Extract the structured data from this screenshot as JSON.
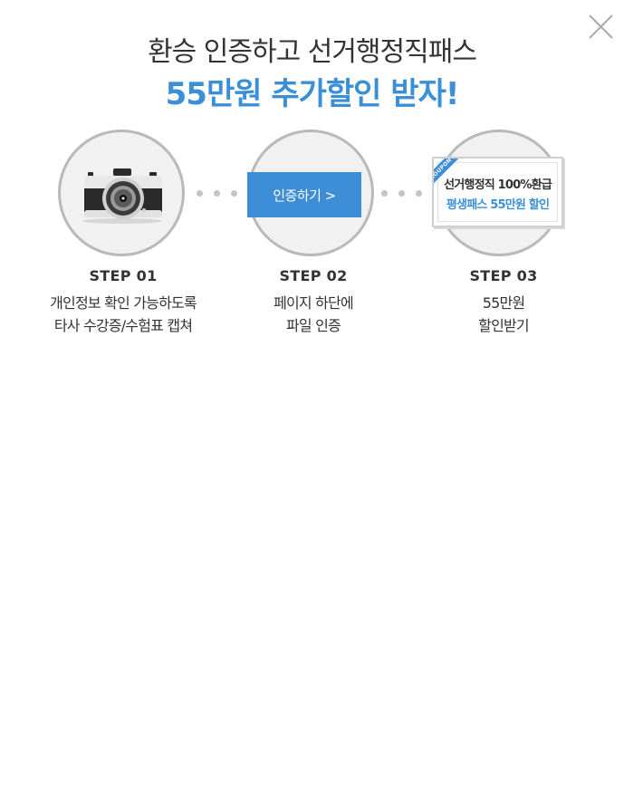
{
  "title": {
    "line1": "환승 인증하고 선거행정직패스",
    "line2": "55만원 추가할인 받자!"
  },
  "close_icon": "close-icon",
  "camera_icon": "camera-icon",
  "steps": [
    {
      "label": "STEP 01",
      "desc_line1": "개인정보 확인 가능하도록",
      "desc_line2": "타사 수강증/수험표 캡쳐"
    },
    {
      "label": "STEP 02",
      "desc_line1": "페이지 하단에",
      "desc_line2": "파일 인증",
      "button_label": "인증하기 >"
    },
    {
      "label": "STEP 03",
      "desc_line1": "55만원",
      "desc_line2": "할인받기",
      "coupon": {
        "ribbon": "COUPON",
        "line1": "선거행정직 100%환급",
        "line2": "평생패스 55만원 할인"
      }
    }
  ],
  "colors": {
    "accent": "#3b8fd6",
    "button": "#3d8ed6",
    "circle_border": "#b9b9b9",
    "circle_fill": "#f1f1f1",
    "dots": "#c4c4c4"
  }
}
